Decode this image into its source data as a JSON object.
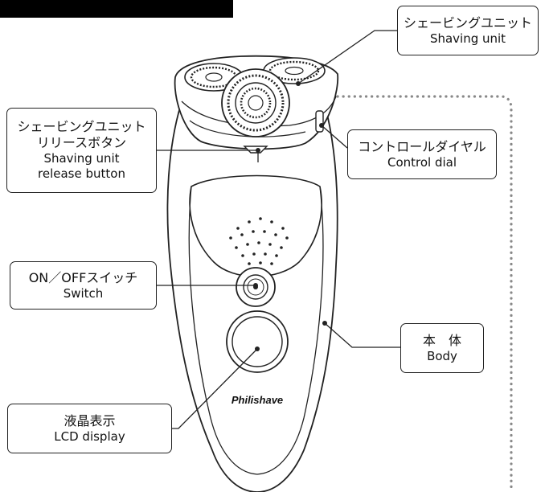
{
  "labels": {
    "shaving_unit": {
      "jp": "シェービングユニット",
      "en": "Shaving unit"
    },
    "release_button": {
      "jp1": "シェービングユニット",
      "jp2": "リリースボタン",
      "en1": "Shaving unit",
      "en2": "release button"
    },
    "control_dial": {
      "jp": "コントロールダイヤル",
      "en": "Control dial"
    },
    "switch": {
      "jp": "ON／OFFスイッチ",
      "en": "Switch"
    },
    "body": {
      "jp": "本　体",
      "en": "Body"
    },
    "lcd": {
      "jp": "液晶表示",
      "en": "LCD display"
    }
  },
  "brand": "Philishave",
  "colors": {
    "stroke": "#222222",
    "header_bar": "#000000",
    "dotted_line": "#888888"
  }
}
